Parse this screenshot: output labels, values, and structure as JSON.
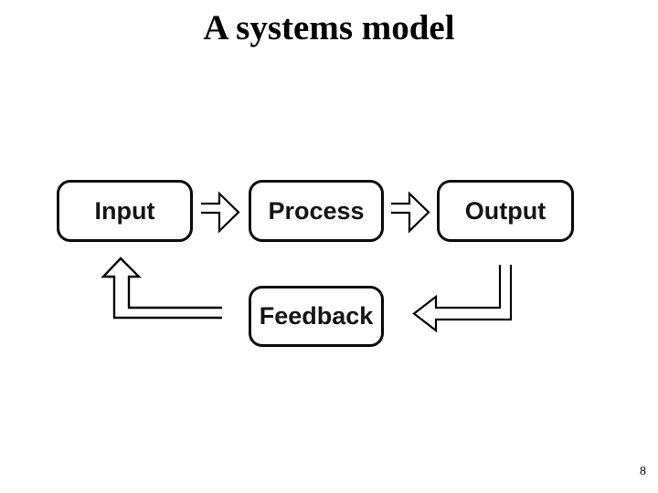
{
  "title": "A systems model",
  "page_number": "8",
  "colors": {
    "ink": "#000000",
    "background": "#ffffff",
    "box_border": "#0c0c0c"
  },
  "diagram": {
    "type": "flowchart",
    "nodes": [
      {
        "id": "input",
        "label": "Input"
      },
      {
        "id": "process",
        "label": "Process"
      },
      {
        "id": "output",
        "label": "Output"
      },
      {
        "id": "feedback",
        "label": "Feedback"
      }
    ],
    "edges": [
      {
        "from": "input",
        "to": "process",
        "style": "hollow-right-arrow"
      },
      {
        "from": "process",
        "to": "output",
        "style": "hollow-right-arrow"
      },
      {
        "from": "output",
        "to": "feedback",
        "style": "hollow-bent-arrow-down-left"
      },
      {
        "from": "feedback",
        "to": "input",
        "style": "hollow-bent-arrow-left-up"
      }
    ]
  }
}
